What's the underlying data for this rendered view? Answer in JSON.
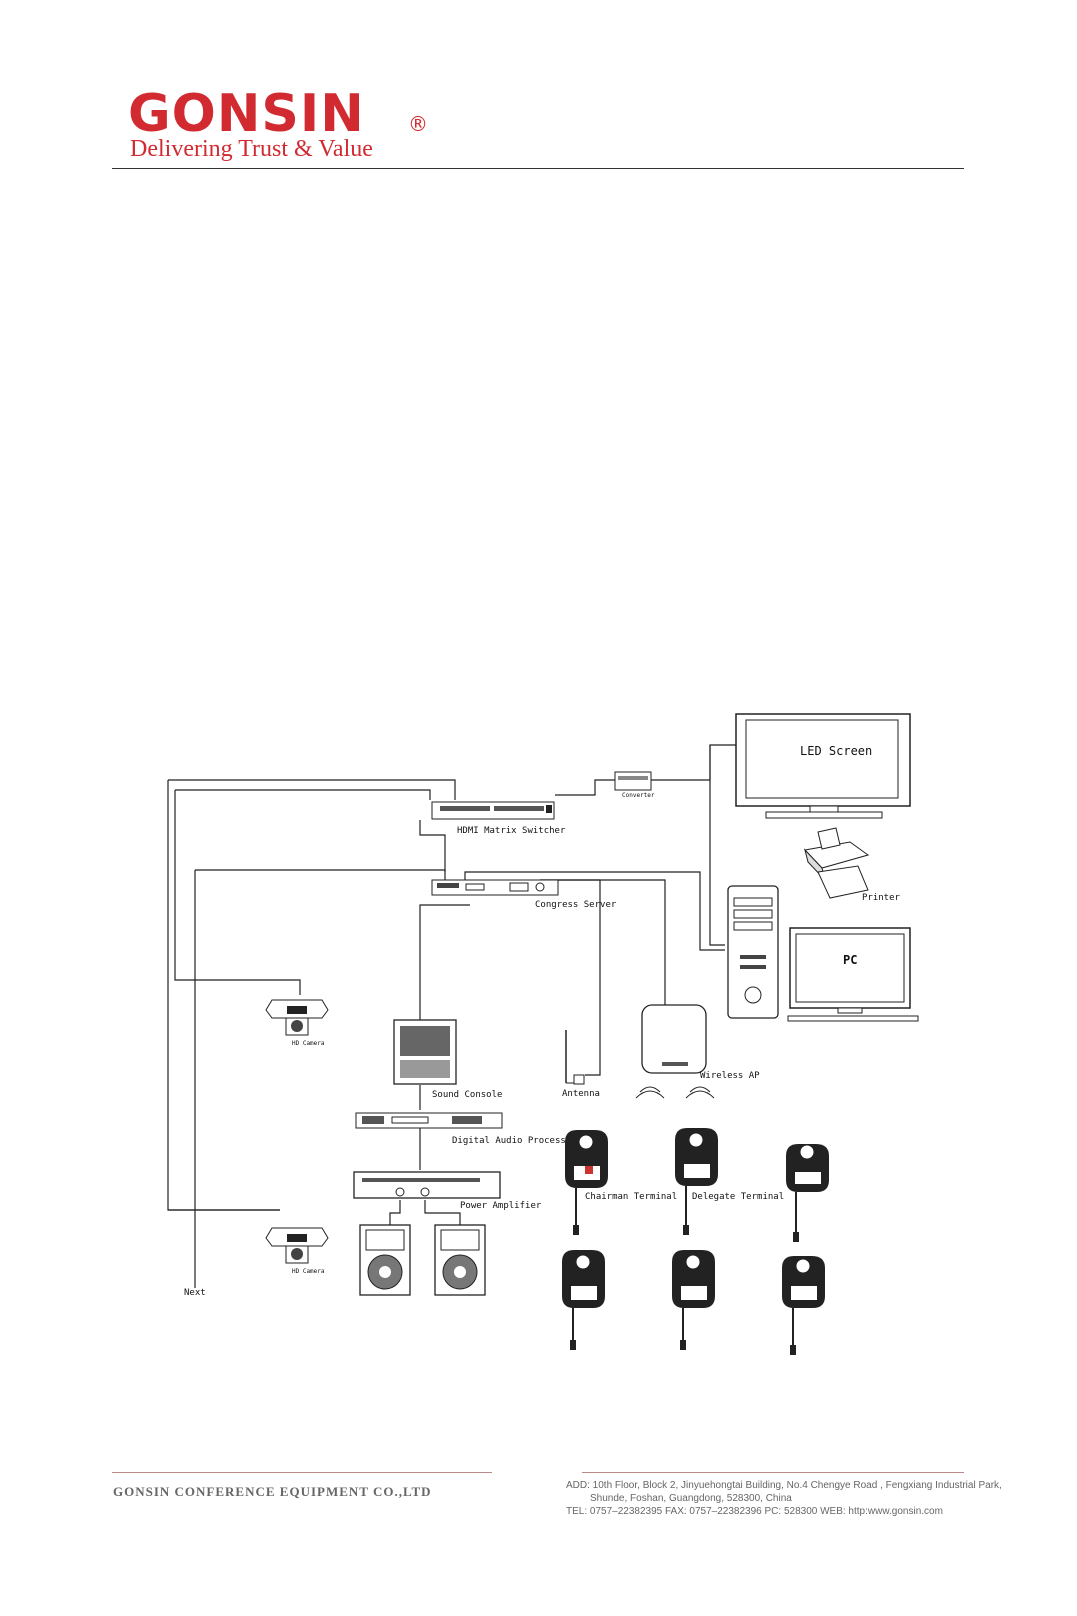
{
  "header": {
    "brand": "GONSIN",
    "registered_mark": "®",
    "tagline": "Delivering Trust & Value",
    "brand_color": "#d12a30"
  },
  "diagram": {
    "labels": {
      "led_screen": "LED Screen",
      "converter": "Converter",
      "hdmi_matrix_switcher": "HDMI Matrix Switcher",
      "printer": "Printer",
      "congress_server": "Congress Server",
      "pc": "PC",
      "hd_camera_top": "HD Camera",
      "sound_console": "Sound Console",
      "antenna": "Antenna",
      "wireless_ap": "Wireless AP",
      "digital_audio_processor": "Digital Audio Processor",
      "power_amplifier": "Power Amplifier",
      "chairman_terminal": "Chairman Terminal",
      "delegate_terminal": "Delegate Terminal",
      "hd_camera_bottom": "HD Camera",
      "next": "Next"
    }
  },
  "footer": {
    "company": "GONSIN CONFERENCE EQUIPMENT CO.,LTD",
    "address_line1": "ADD: 10th Floor, Block 2, Jinyuehongtai Building,  No.4 Chengye Road , Fengxiang Industrial Park,",
    "address_line2": "Shunde, Foshan, Guangdong, 528300, China",
    "contact_line": "TEL: 0757–22382395  FAX: 0757–22382396  PC: 528300  WEB: http:www.gonsin.com"
  }
}
